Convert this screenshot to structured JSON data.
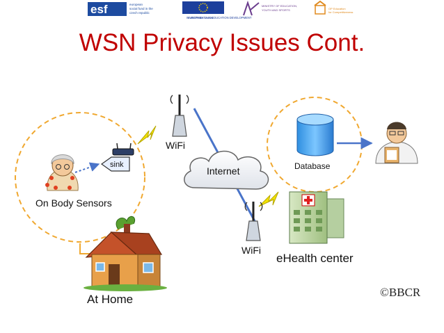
{
  "header": {
    "logos": [
      {
        "name": "esf-logo",
        "text": "esf",
        "subtext": "european social fund in the czech republic"
      },
      {
        "name": "eu-flag-logo",
        "text": "EUROPEAN UNION"
      },
      {
        "name": "ministry-logo",
        "text": "MINISTRY OF EDUCATION, YOUTH AND SPORTS"
      },
      {
        "name": "op-logo",
        "text": "OP Education for Competitiveness"
      }
    ],
    "tagline": "INVESTMENTS IN EDUCATION DEVELOPMENT"
  },
  "title": "WSN Privacy Issues Cont.",
  "diagram": {
    "on_body_sensors": "On Body Sensors",
    "sink": "sink",
    "wifi_top": "WiFi",
    "internet": "Internet",
    "database": "Database",
    "wifi_bottom": "WiFi",
    "ehealth_center": "eHealth center",
    "at_home": "At Home"
  },
  "copyright": "©BBCR",
  "colors": {
    "title": "#c00000",
    "dashed_region": "#f0a830",
    "network_line": "#4a74c9",
    "lightning": "#f2e300"
  }
}
